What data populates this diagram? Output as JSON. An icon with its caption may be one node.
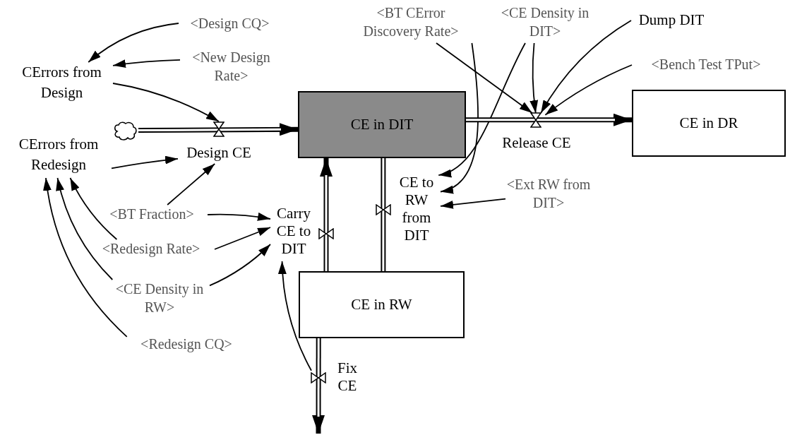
{
  "diagram": {
    "nodes": [
      {
        "text": [
          "<Design CQ>"
        ]
      },
      {
        "text": [
          "CErrors from Design"
        ]
      },
      {
        "text": [
          "<New Design Rate>"
        ]
      },
      {
        "text": [],
        "shape": "cloud"
      },
      {
        "text": [
          "Design CE"
        ]
      },
      {
        "text": [
          "CE in DIT"
        ]
      },
      {
        "text": [
          "CErrors from Redesign"
        ]
      },
      {
        "text": [
          "<BT Fraction>"
        ]
      },
      {
        "text": [
          "<Redesign Rate>"
        ]
      },
      {
        "text": [
          "<CE Density in RW>"
        ]
      },
      {
        "text": [
          "<Redesign CQ>"
        ]
      },
      {
        "text": [
          "Carry CE to DIT"
        ]
      },
      {
        "text": [
          "CE in RW"
        ]
      },
      {
        "text": [
          "CE to RW from DIT"
        ]
      },
      {
        "text": [
          "<Ext RW from DIT>"
        ]
      },
      {
        "text": [
          "<BT CError Discovery Rate>"
        ]
      },
      {
        "text": [
          "<CE Density in DIT>"
        ]
      },
      {
        "text": [
          "Dump DIT"
        ]
      },
      {
        "text": [
          "<Bench Test TPut>"
        ]
      },
      {
        "text": [
          "Release CE"
        ]
      },
      {
        "text": [
          "CE in DR"
        ]
      },
      {
        "text": [
          "Fix CE"
        ]
      }
    ],
    "edges": [
      {
        "from": 0,
        "to": 1,
        "arrow": "to"
      },
      {
        "from": 2,
        "to": 1,
        "arrow": "to"
      },
      {
        "from": 3,
        "to": 5,
        "arrow": "to",
        "style": "thick"
      },
      {
        "from": 1,
        "to": 4,
        "arrow": "to"
      },
      {
        "from": 6,
        "to": 4,
        "arrow": "to"
      },
      {
        "from": 7,
        "to": 4,
        "arrow": "to"
      },
      {
        "from": 8,
        "to": 6,
        "arrow": "to"
      },
      {
        "from": 9,
        "to": 6,
        "arrow": "to"
      },
      {
        "from": 10,
        "to": 6,
        "arrow": "to"
      },
      {
        "from": 7,
        "to": 11,
        "arrow": "to"
      },
      {
        "from": 8,
        "to": 11,
        "arrow": "to"
      },
      {
        "from": 9,
        "to": 11,
        "arrow": "to"
      },
      {
        "from": 12,
        "to": 5,
        "arrow": "to",
        "style": "thick"
      },
      {
        "from": 5,
        "to": 12,
        "arrow": "to",
        "style": "thick"
      },
      {
        "from": 15,
        "to": 13,
        "arrow": "to"
      },
      {
        "from": 16,
        "to": 13,
        "arrow": "to"
      },
      {
        "from": 14,
        "to": 13,
        "arrow": "to"
      },
      {
        "from": 15,
        "to": 19,
        "arrow": "to"
      },
      {
        "from": 16,
        "to": 19,
        "arrow": "to"
      },
      {
        "from": 17,
        "to": 19,
        "arrow": "to"
      },
      {
        "from": 18,
        "to": 19,
        "arrow": "to"
      },
      {
        "from": 5,
        "to": 20,
        "arrow": "to",
        "style": "thick"
      },
      {
        "from": 12,
        "to": null,
        "arrow": "to",
        "style": "thick"
      },
      {
        "from": 21,
        "to": 11,
        "arrow": "to"
      }
    ]
  }
}
